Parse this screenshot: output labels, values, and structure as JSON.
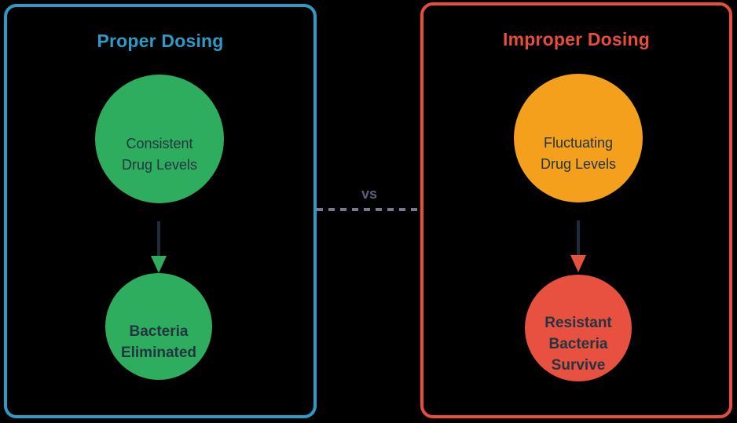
{
  "diagram": {
    "background_color": "#000000",
    "node_text_color": "#233540",
    "connector": {
      "label": "vs",
      "label_color": "#5A5F7D",
      "line_color": "#757A8E",
      "style": "dashed"
    },
    "left_panel": {
      "title": "Proper Dosing",
      "accent_color": "#2E9BC7",
      "arrow_color": "#222B3A",
      "arrowhead_color": "#2EAD5E",
      "nodes": {
        "top": {
          "lines": [
            "Consistent",
            "Drug Levels"
          ],
          "fill_color": "#2EAD5E"
        },
        "bottom": {
          "lines": [
            "Bacteria",
            "Eliminated"
          ],
          "fill_color": "#2EAD5E"
        }
      }
    },
    "right_panel": {
      "title": "Improper Dosing",
      "accent_color": "#E74C3C",
      "arrow_color": "#222B3A",
      "arrowhead_color": "#E8503F",
      "nodes": {
        "top": {
          "lines": [
            "Fluctuating",
            "Drug Levels"
          ],
          "fill_color": "#F5A01D"
        },
        "bottom": {
          "lines": [
            "Resistant",
            "Bacteria",
            "Survive"
          ],
          "fill_color": "#E8503F"
        }
      }
    }
  }
}
